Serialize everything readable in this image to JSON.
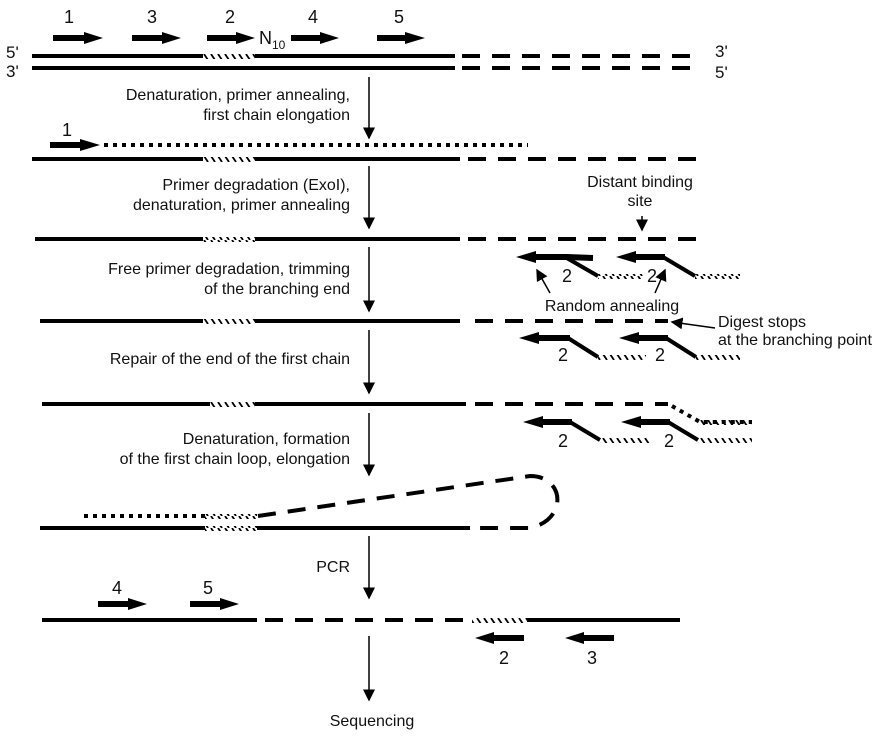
{
  "diagram": {
    "ends": {
      "top_left_upper": "5'",
      "top_left_lower": "3'",
      "top_right_upper": "3'",
      "top_right_lower": "5'"
    },
    "primers_top": [
      "1",
      "3",
      "2",
      "4",
      "5"
    ],
    "n10_label": {
      "base": "N",
      "subscript": "10"
    },
    "steps": [
      {
        "line1": "Denaturation, primer annealing,",
        "line2": "first chain elongation"
      },
      {
        "line1": "Primer degradation (ExoI),",
        "line2": "denaturation, primer annealing"
      },
      {
        "line1": "Free primer degradation, trimming",
        "line2": "of the branching end"
      },
      {
        "line1": "Repair of the end of the first chain",
        "line2": ""
      },
      {
        "line1": "Denaturation, formation",
        "line2": "of the first chain loop, elongation"
      },
      {
        "line1": "PCR",
        "line2": ""
      }
    ],
    "final_label": "Sequencing",
    "step1_primer": "1",
    "annotations": {
      "distant_binding": {
        "line1": "Distant binding",
        "line2": "site"
      },
      "random_annealing": "Random annealing",
      "digest_stops": {
        "line1": "Digest stops",
        "line2": "at the branching point"
      }
    },
    "primer2_label": "2",
    "pcr_primers_fwd": [
      "4",
      "5"
    ],
    "pcr_primers_rev": [
      "2",
      "3"
    ]
  }
}
